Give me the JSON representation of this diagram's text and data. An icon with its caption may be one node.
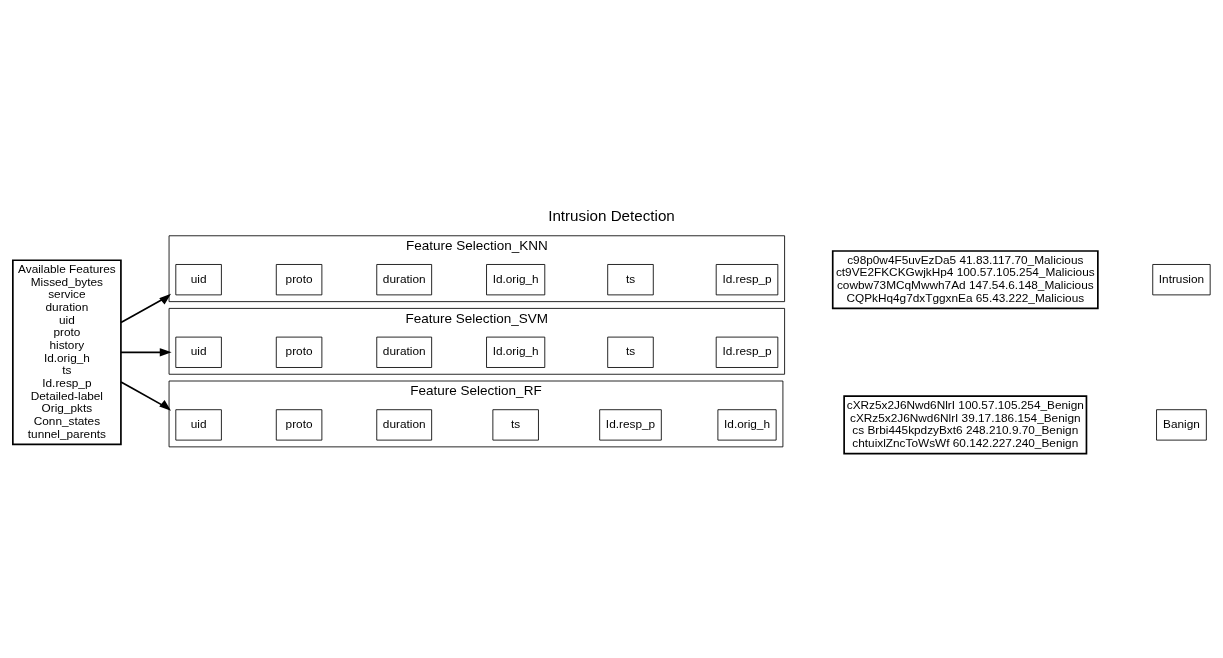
{
  "diagram": {
    "title": "Intrusion Detection",
    "nodes": [
      {
        "text": [
          "Available Features",
          "Missed_bytes",
          "service",
          "duration",
          "uid",
          "proto",
          "history",
          "Id.orig_h",
          "ts",
          "Id.resp_p",
          "Detailed-label",
          "Orig_pkts",
          "Conn_states",
          "tunnel_parents"
        ]
      },
      {
        "text": [
          "Feature Selection_KNN"
        ]
      },
      {
        "text": [
          "uid"
        ],
        "in": 1
      },
      {
        "text": [
          "proto"
        ],
        "in": 1
      },
      {
        "text": [
          "duration"
        ],
        "in": 1
      },
      {
        "text": [
          "Id.orig_h"
        ],
        "in": 1
      },
      {
        "text": [
          "ts"
        ],
        "in": 1
      },
      {
        "text": [
          "Id.resp_p"
        ],
        "in": 1
      },
      {
        "text": [
          "Feature Selection_SVM"
        ]
      },
      {
        "text": [
          "uid"
        ],
        "in": 8
      },
      {
        "text": [
          "proto"
        ],
        "in": 8
      },
      {
        "text": [
          "duration"
        ],
        "in": 8
      },
      {
        "text": [
          "Id.orig_h"
        ],
        "in": 8
      },
      {
        "text": [
          "ts"
        ],
        "in": 8
      },
      {
        "text": [
          "Id.resp_p"
        ],
        "in": 8
      },
      {
        "text": [
          "Feature Selection_RF"
        ]
      },
      {
        "text": [
          "uid"
        ],
        "in": 15
      },
      {
        "text": [
          "proto"
        ],
        "in": 15
      },
      {
        "text": [
          "duration"
        ],
        "in": 15
      },
      {
        "text": [
          "ts"
        ],
        "in": 15
      },
      {
        "text": [
          "Id.resp_p"
        ],
        "in": 15
      },
      {
        "text": [
          "Id.orig_h"
        ],
        "in": 15
      },
      {
        "text": [
          "c98p0w4F5uvEzDa5 41.83.117.70_Malicious",
          "ct9VE2FKCKGwjkHp4 100.57.105.254_Malicious",
          "cowbw73MCqMwwh7Ad 147.54.6.148_Malicious",
          "CQPkHq4g7dxTggxnEa 65.43.222_Malicious"
        ]
      },
      {
        "text": [
          "Intrusion"
        ]
      },
      {
        "text": [
          "cXRz5x2J6Nwd6NlrI 100.57.105.254_Benign",
          "cXRz5x2J6Nwd6NlrI 39.17.186.154_Benign",
          "cs Brbi445kpdzyBxt6 248.210.9.70_Benign",
          "chtuixlZncToWsWf 60.142.227.240_Benign"
        ]
      },
      {
        "text": [
          "Banign"
        ]
      }
    ],
    "edges": [
      {
        "from": 0,
        "to": 1,
        "arrow": "to"
      },
      {
        "from": 0,
        "to": 8,
        "arrow": "to"
      },
      {
        "from": 0,
        "to": 15,
        "arrow": "to"
      }
    ]
  }
}
